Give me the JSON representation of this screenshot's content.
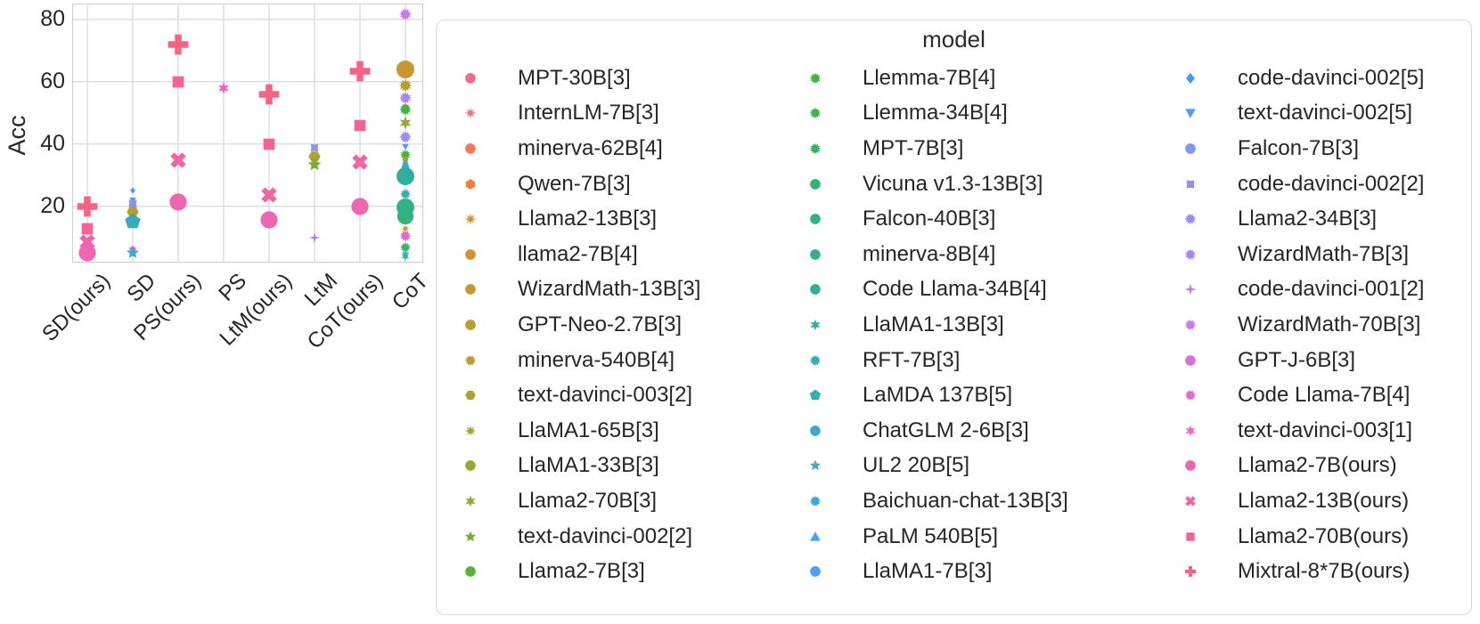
{
  "chart_data": {
    "type": "scatter",
    "title": "",
    "xlabel": "",
    "ylabel": "Acc",
    "ylim": [
      0,
      85
    ],
    "yticks": [
      20,
      40,
      60,
      80
    ],
    "grid": true,
    "legend_position": "right",
    "categories": [
      "SD(ours)",
      "SD",
      "PS(ours)",
      "PS",
      "LtM(ours)",
      "LtM",
      "CoT(ours)",
      "CoT"
    ],
    "points": [
      {
        "category": "SD(ours)",
        "model": "Mixtral-8*7B(ours)",
        "acc": 20.0,
        "size": 26
      },
      {
        "category": "SD(ours)",
        "model": "Llama2-70B(ours)",
        "acc": 12.9,
        "size": 19
      },
      {
        "category": "SD(ours)",
        "model": "Llama2-13B(ours)",
        "acc": 8.6,
        "size": 21
      },
      {
        "category": "SD(ours)",
        "model": "Llama2-7B(ours)",
        "acc": 5.1,
        "size": 23
      },
      {
        "category": "SD",
        "model": "code-davinci-002[5]",
        "acc": 25.2,
        "size": 8
      },
      {
        "category": "SD",
        "model": "text-davinci-002[5]",
        "acc": 21.8,
        "size": 9
      },
      {
        "category": "SD",
        "model": "code-davinci-002[2]",
        "acc": 20.9,
        "size": 14
      },
      {
        "category": "SD",
        "model": "text-davinci-003[2]",
        "acc": 18.3,
        "size": 16
      },
      {
        "category": "SD",
        "model": "LaMDA 137B[5]",
        "acc": 15.0,
        "size": 20
      },
      {
        "category": "SD",
        "model": "GPT-J-6B[3]",
        "acc": 6.3,
        "size": 8
      },
      {
        "category": "SD",
        "model": "text-davinci-003[1]",
        "acc": 5.8,
        "size": 12
      },
      {
        "category": "SD",
        "model": "UL2 20B[5]",
        "acc": 5.0,
        "size": 16
      },
      {
        "category": "PS(ours)",
        "model": "Mixtral-8*7B(ours)",
        "acc": 71.9,
        "size": 26
      },
      {
        "category": "PS(ours)",
        "model": "Llama2-70B(ours)",
        "acc": 60.0,
        "size": 19
      },
      {
        "category": "PS(ours)",
        "model": "Llama2-13B(ours)",
        "acc": 34.8,
        "size": 21
      },
      {
        "category": "PS(ours)",
        "model": "Llama2-7B(ours)",
        "acc": 21.4,
        "size": 23
      },
      {
        "category": "PS",
        "model": "text-davinci-003[1]",
        "acc": 57.9,
        "size": 15
      },
      {
        "category": "LtM(ours)",
        "model": "Mixtral-8*7B(ours)",
        "acc": 55.8,
        "size": 26
      },
      {
        "category": "LtM(ours)",
        "model": "Llama2-70B(ours)",
        "acc": 39.8,
        "size": 19
      },
      {
        "category": "LtM(ours)",
        "model": "Llama2-13B(ours)",
        "acc": 23.7,
        "size": 21
      },
      {
        "category": "LtM(ours)",
        "model": "Llama2-7B(ours)",
        "acc": 15.5,
        "size": 23
      },
      {
        "category": "LtM",
        "model": "code-davinci-002[2]",
        "acc": 38.9,
        "size": 13
      },
      {
        "category": "LtM",
        "model": "text-davinci-003[2]",
        "acc": 35.9,
        "size": 16
      },
      {
        "category": "LtM",
        "model": "text-davinci-002[2]",
        "acc": 33.4,
        "size": 17
      },
      {
        "category": "LtM",
        "model": "code-davinci-001[2]",
        "acc": 9.9,
        "size": 13
      },
      {
        "category": "CoT(ours)",
        "model": "Mixtral-8*7B(ours)",
        "acc": 63.3,
        "size": 26
      },
      {
        "category": "CoT(ours)",
        "model": "Llama2-70B(ours)",
        "acc": 45.9,
        "size": 19
      },
      {
        "category": "CoT(ours)",
        "model": "Llama2-13B(ours)",
        "acc": 34.3,
        "size": 21
      },
      {
        "category": "CoT(ours)",
        "model": "Llama2-7B(ours)",
        "acc": 19.8,
        "size": 23
      },
      {
        "category": "CoT",
        "model": "WizardMath-70B[3]",
        "acc": 81.6,
        "size": 15
      },
      {
        "category": "CoT",
        "model": "WizardMath-13B[3]",
        "acc": 63.9,
        "size": 24
      },
      {
        "category": "CoT",
        "model": "minerva-540B[4]",
        "acc": 58.8,
        "size": 16
      },
      {
        "category": "CoT",
        "model": "WizardMath-7B[3]",
        "acc": 54.9,
        "size": 15
      },
      {
        "category": "CoT",
        "model": "Qwen-7B[3]",
        "acc": 51.7,
        "size": 11
      },
      {
        "category": "CoT",
        "model": "Llemma-34B[4]",
        "acc": 51.2,
        "size": 15
      },
      {
        "category": "CoT",
        "model": "Llama2-70B[3]",
        "acc": 46.9,
        "size": 16
      },
      {
        "category": "CoT",
        "model": "code-davinci-002[5]",
        "acc": 41.8,
        "size": 8
      },
      {
        "category": "CoT",
        "model": "Llama2-34B[3]",
        "acc": 42.2,
        "size": 15
      },
      {
        "category": "CoT",
        "model": "text-davinci-002[5]",
        "acc": 39.0,
        "size": 9
      },
      {
        "category": "CoT",
        "model": "Llemma-7B[4]",
        "acc": 36.4,
        "size": 13
      },
      {
        "category": "CoT",
        "model": "LlaMA1-33B[3]",
        "acc": 35.2,
        "size": 8
      },
      {
        "category": "CoT",
        "model": "Baichuan-chat-13B[3]",
        "acc": 33.5,
        "size": 9
      },
      {
        "category": "CoT",
        "model": "ChatGLM 2-6B[3]",
        "acc": 32.4,
        "size": 10
      },
      {
        "category": "CoT",
        "model": "Code Llama-34B[4]",
        "acc": 29.6,
        "size": 24
      },
      {
        "category": "CoT",
        "model": "RFT-7B[3]",
        "acc": 24.0,
        "size": 13
      },
      {
        "category": "CoT",
        "model": "minerva-8B[4]",
        "acc": 16.2,
        "size": 13
      },
      {
        "category": "CoT",
        "model": "Vicuna v1.3-13B[3]",
        "acc": 16.9,
        "size": 22
      },
      {
        "category": "CoT",
        "model": "Falcon-40B[3]",
        "acc": 19.6,
        "size": 24
      },
      {
        "category": "CoT",
        "model": "Llama2-13B[3]",
        "acc": 12.8,
        "size": 10
      },
      {
        "category": "CoT",
        "model": "Code Llama-7B[4]",
        "acc": 10.5,
        "size": 14
      },
      {
        "category": "CoT",
        "model": "MPT-7B[3]",
        "acc": 6.9,
        "size": 13
      },
      {
        "category": "CoT",
        "model": "UL2 20B[5]",
        "acc": 4.8,
        "size": 10
      },
      {
        "category": "CoT",
        "model": "LlaMA1-13B[3]",
        "acc": 3.9,
        "size": 11
      }
    ]
  },
  "legend": {
    "title": "model",
    "columns": [
      [
        {
          "label": "MPT-30B[3]",
          "shape": "circle",
          "color": "#ee6f85"
        },
        {
          "label": "InternLM-7B[3]",
          "shape": "burst8",
          "color": "#ef737f"
        },
        {
          "label": "minerva-62B[4]",
          "shape": "circle",
          "color": "#f0795f"
        },
        {
          "label": "Qwen-7B[3]",
          "shape": "hexagon",
          "color": "#ee8434"
        },
        {
          "label": "Llama2-13B[3]",
          "shape": "burst8",
          "color": "#e18b33"
        },
        {
          "label": "llama2-7B[4]",
          "shape": "circle",
          "color": "#d29232"
        },
        {
          "label": "WizardMath-13B[3]",
          "shape": "circle",
          "color": "#c89732"
        },
        {
          "label": "GPT-Neo-2.7B[3]",
          "shape": "circle",
          "color": "#c19a32"
        },
        {
          "label": "minerva-540B[4]",
          "shape": "burst12",
          "color": "#b99d31"
        },
        {
          "label": "text-davinci-003[2]",
          "shape": "hexagon-flat",
          "color": "#b0a032"
        },
        {
          "label": "LlaMA1-65B[3]",
          "shape": "burst8",
          "color": "#a7a331"
        },
        {
          "label": "LlaMA1-33B[3]",
          "shape": "circle",
          "color": "#9ca534"
        },
        {
          "label": "Llama2-70B[3]",
          "shape": "star6",
          "color": "#8fa933"
        },
        {
          "label": "text-davinci-002[2]",
          "shape": "star5",
          "color": "#75ae33"
        },
        {
          "label": "Llama2-7B[3]",
          "shape": "circle",
          "color": "#5ab234"
        }
      ],
      [
        {
          "label": "Llemma-7B[4]",
          "shape": "burst12",
          "color": "#3fb53b"
        },
        {
          "label": "Llemma-34B[4]",
          "shape": "burst12",
          "color": "#3bb54e"
        },
        {
          "label": "MPT-7B[3]",
          "shape": "burst12",
          "color": "#37b464"
        },
        {
          "label": "Vicuna v1.3-13B[3]",
          "shape": "circle",
          "color": "#35b377"
        },
        {
          "label": "Falcon-40B[3]",
          "shape": "circle",
          "color": "#31b286"
        },
        {
          "label": "minerva-8B[4]",
          "shape": "circle",
          "color": "#30b191"
        },
        {
          "label": "Code Llama-34B[4]",
          "shape": "circle",
          "color": "#2eb09c"
        },
        {
          "label": "LlaMA1-13B[3]",
          "shape": "star6",
          "color": "#2fb0a7"
        },
        {
          "label": "RFT-7B[3]",
          "shape": "burst12",
          "color": "#31afb1"
        },
        {
          "label": "LaMDA 137B[5]",
          "shape": "pentagon",
          "color": "#35adbb"
        },
        {
          "label": "ChatGLM 2-6B[3]",
          "shape": "circle",
          "color": "#38abc5"
        },
        {
          "label": "UL2 20B[5]",
          "shape": "star5",
          "color": "#3ca9d1"
        },
        {
          "label": "Baichuan-chat-13B[3]",
          "shape": "burst12",
          "color": "#3ea6de"
        },
        {
          "label": "PaLM 540B[5]",
          "shape": "triangle-up",
          "color": "#44a3ea"
        },
        {
          "label": "LlaMA1-7B[3]",
          "shape": "circle",
          "color": "#4a9ff3"
        }
      ],
      [
        {
          "label": "code-davinci-002[5]",
          "shape": "diamond",
          "color": "#3d9df5"
        },
        {
          "label": "text-davinci-002[5]",
          "shape": "triangle-down",
          "color": "#4f9df7"
        },
        {
          "label": "Falcon-7B[3]",
          "shape": "circle",
          "color": "#7d97f6"
        },
        {
          "label": "code-davinci-002[2]",
          "shape": "pinched4",
          "color": "#8a90f4"
        },
        {
          "label": "Llama2-34B[3]",
          "shape": "burst12",
          "color": "#9f88f2"
        },
        {
          "label": "WizardMath-7B[3]",
          "shape": "burst12",
          "color": "#ab84f0"
        },
        {
          "label": "code-davinci-001[2]",
          "shape": "star4",
          "color": "#b77eee"
        },
        {
          "label": "WizardMath-70B[3]",
          "shape": "burst12",
          "color": "#c778e9"
        },
        {
          "label": "GPT-J-6B[3]",
          "shape": "circle",
          "color": "#d76ede"
        },
        {
          "label": "Code Llama-7B[4]",
          "shape": "burst12",
          "color": "#df6bd0"
        },
        {
          "label": "text-davinci-003[1]",
          "shape": "star6",
          "color": "#e868c3"
        },
        {
          "label": "Llama2-7B(ours)",
          "shape": "circle",
          "color": "#ee65b2"
        },
        {
          "label": "Llama2-13B(ours)",
          "shape": "x",
          "color": "#f164a2"
        },
        {
          "label": "Llama2-70B(ours)",
          "shape": "square",
          "color": "#f36494"
        },
        {
          "label": "Mixtral-8*7B(ours)",
          "shape": "plus",
          "color": "#f56487"
        }
      ]
    ]
  }
}
